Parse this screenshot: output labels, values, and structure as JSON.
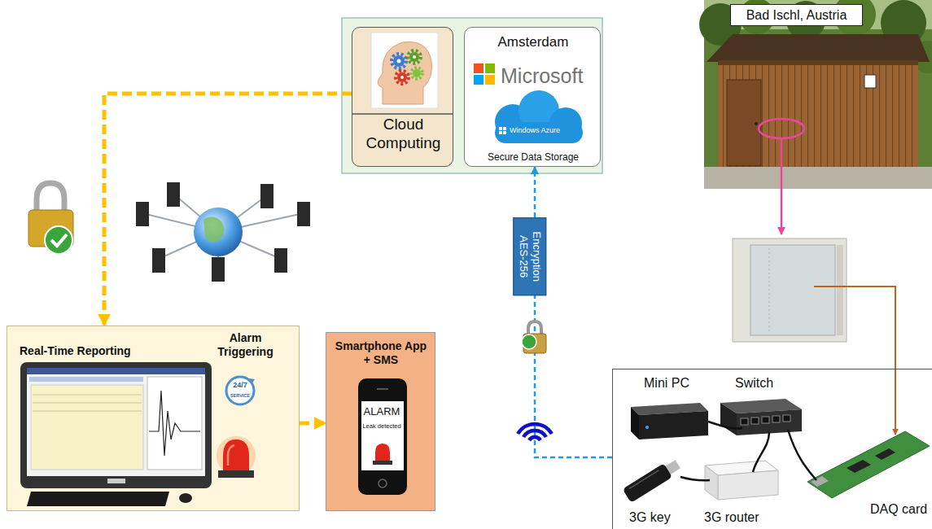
{
  "diagram": {
    "nodes": [
      {
        "text": [
          "Cloud Computing"
        ]
      },
      {
        "text": [
          "Amsterdam",
          "Microsoft",
          "Windows Azure",
          "Secure Data Storage"
        ]
      },
      {
        "text": [
          "Bad Ischl, Austria"
        ]
      },
      {
        "text": [
          "Real-Time Reporting",
          "Alarm Triggering"
        ]
      },
      {
        "text": [
          "Smartphone App + SMS",
          "ALARM",
          "Leak detected"
        ]
      },
      {
        "text": [
          "Mini PC",
          "Switch",
          "3G key",
          "3G router",
          "DAQ card"
        ]
      }
    ],
    "edges": [
      {
        "from": 0,
        "to": 3,
        "arrow": "to"
      },
      {
        "from": 3,
        "to": 4,
        "arrow": "to"
      },
      {
        "from": 5,
        "to": 1,
        "arrow": "to",
        "label": "Encryption AES-256"
      }
    ],
    "labels": [
      "24/7",
      "SERVICE"
    ]
  }
}
